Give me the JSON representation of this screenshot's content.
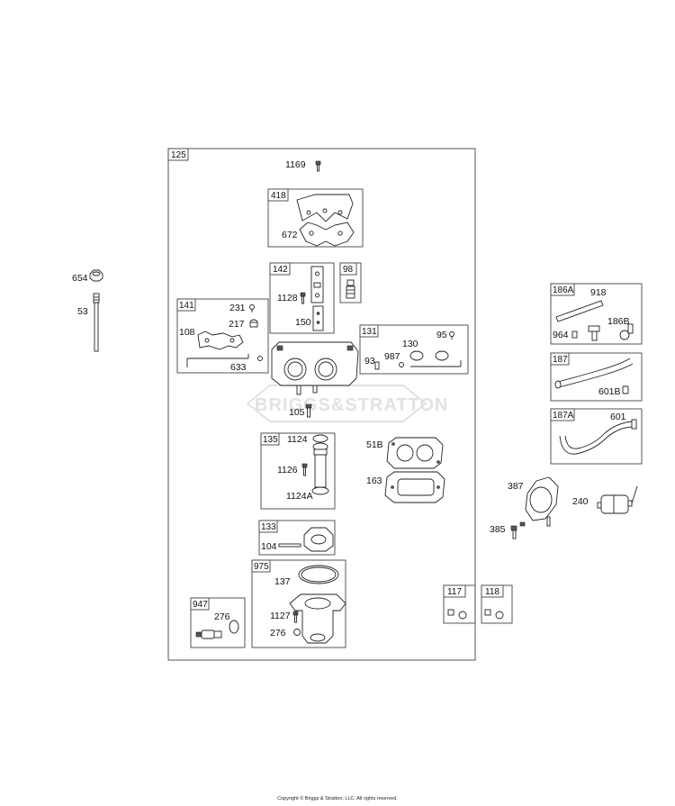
{
  "watermark": "BRIGGS&STRATTON",
  "copyright": "Copyright © Briggs & Stratton, LLC. All rights reserved.",
  "groups": {
    "g125": "125",
    "g418": "418",
    "g142": "142",
    "g98": "98",
    "g141": "141",
    "g131": "131",
    "g135": "135",
    "g133": "133",
    "g975": "975",
    "g947": "947",
    "g186A": "186A",
    "g187": "187",
    "g187A": "187A",
    "g117": "117",
    "g118": "118"
  },
  "parts": {
    "p1169": "1169",
    "p672": "672",
    "p1128": "1128",
    "p150": "150",
    "p654": "654",
    "p53": "53",
    "p231": "231",
    "p217": "217",
    "p108": "108",
    "p633": "633",
    "p130": "130",
    "p95": "95",
    "p93": "93",
    "p987": "987",
    "p105": "105",
    "p1124": "1124",
    "p1126": "1126",
    "p1124A": "1124A",
    "p51B": "51B",
    "p163": "163",
    "p104": "104",
    "p137": "137",
    "p1127": "1127",
    "p276a": "276",
    "p276b": "276",
    "p918": "918",
    "p964": "964",
    "p186B": "186B",
    "p601B": "601B",
    "p601": "601",
    "p387": "387",
    "p385": "385",
    "p240": "240"
  }
}
